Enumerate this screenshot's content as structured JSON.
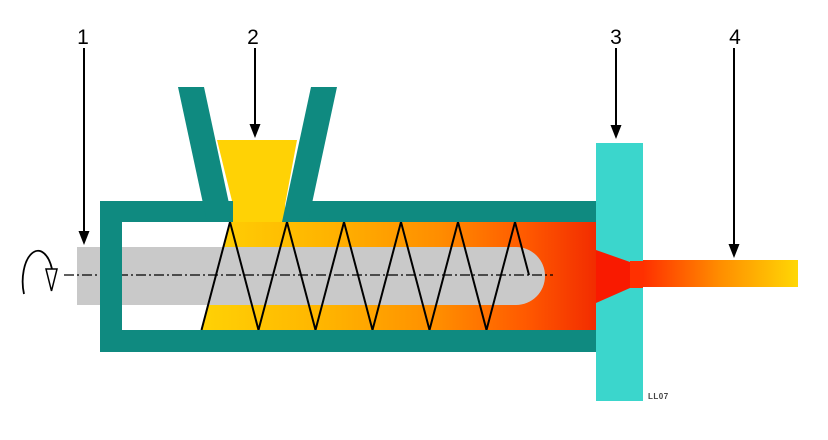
{
  "callouts": [
    {
      "number": "1"
    },
    {
      "number": "2"
    },
    {
      "number": "3"
    },
    {
      "number": "4"
    }
  ],
  "signature": "LL07",
  "colors": {
    "housing_teal": "#0F8A80",
    "die_cyan": "#3BD6CC",
    "material_yellow": "#FFD205",
    "material_amber": "#FFB400",
    "material_orange": "#FF8E00",
    "material_deep_orange": "#FF5A00",
    "material_red": "#F22C00",
    "melt_red": "#F91A00",
    "strand_red": "#FF3000",
    "strand_yellow": "#FFD705",
    "screw_gray": "#C9C9C9",
    "line_black": "#000000",
    "signature_gray": "#444444"
  }
}
